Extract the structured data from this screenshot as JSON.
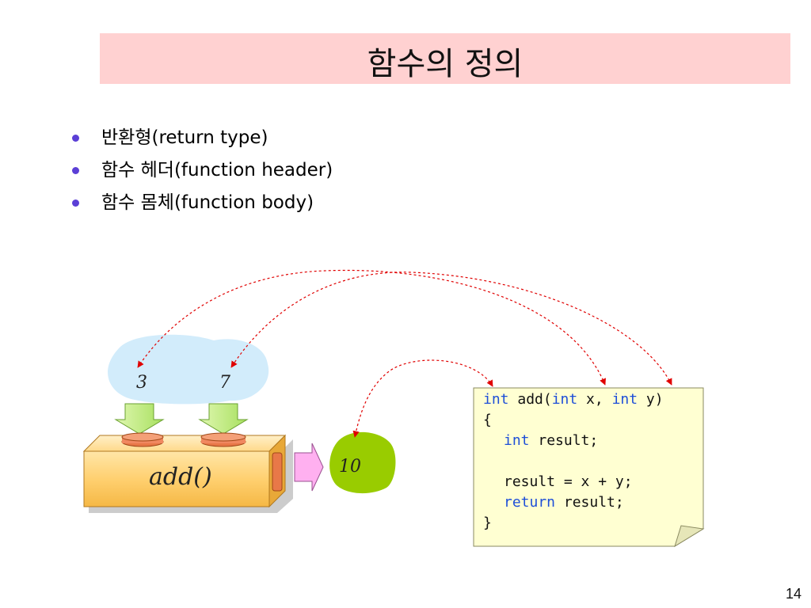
{
  "slide": {
    "title": "함수의 정의",
    "page_number": "14"
  },
  "bullets": [
    "반환형(return type)",
    "함수 헤더(function header)",
    "함수 몸체(function body)"
  ],
  "diagram": {
    "inputs": [
      "3",
      "7"
    ],
    "function_label": "add()",
    "output": "10",
    "code": {
      "line1": [
        "int",
        " add(",
        "int",
        " x, ",
        "int",
        " y)"
      ],
      "line2": "{",
      "line3": [
        "int",
        " result;"
      ],
      "line5": "result = x + y;",
      "line6": [
        "return",
        " result;"
      ],
      "line7": "}"
    },
    "colors": {
      "cloud": "#d2ecfb",
      "arrow_green": "#c8f08c",
      "box_orange": "#ffcf6a",
      "output_blob": "#99cc00",
      "output_arrow": "#ffb0f0",
      "note": "#ffffd2",
      "connector": "#e00000"
    }
  }
}
